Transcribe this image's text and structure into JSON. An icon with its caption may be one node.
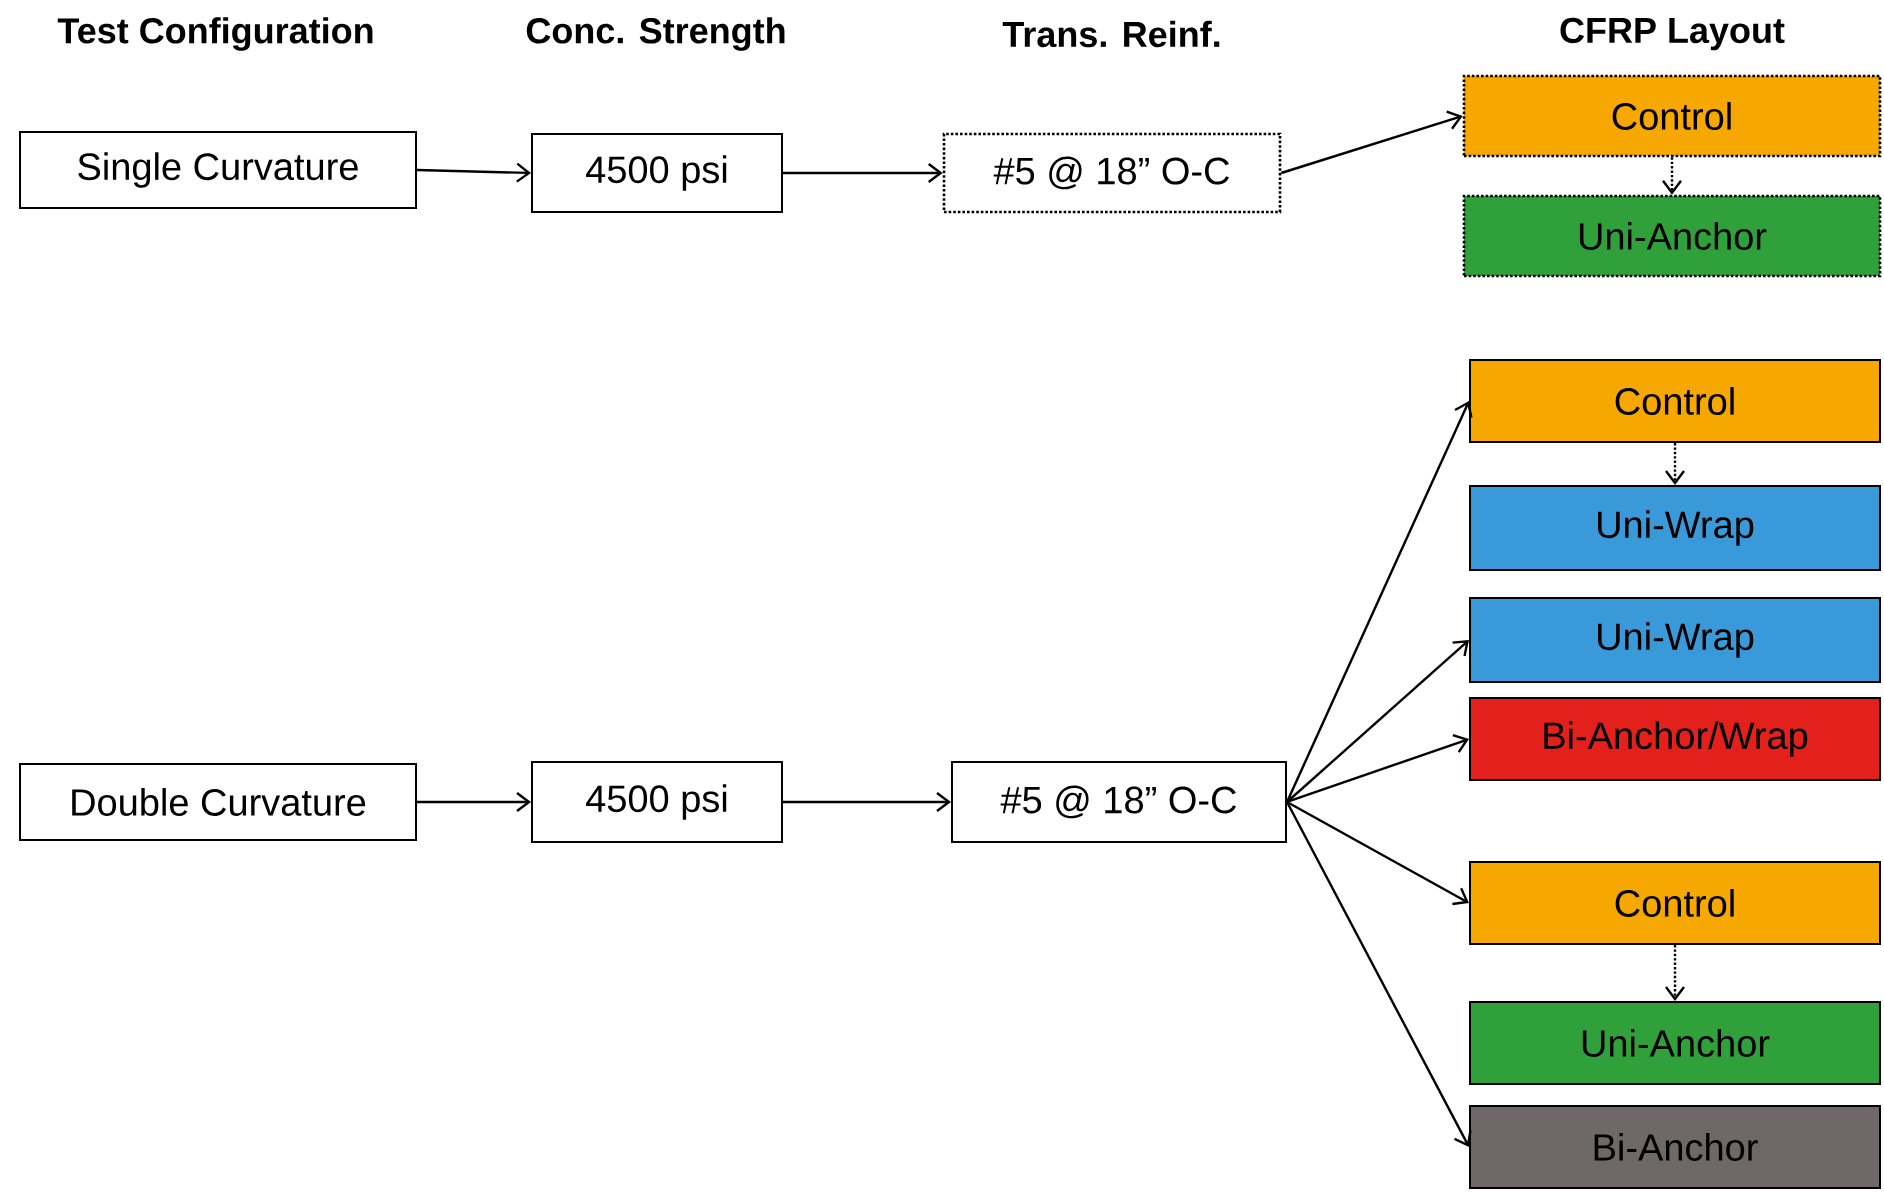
{
  "diagram": {
    "nodes": [
      {
        "text": [
          "Single Curvature"
        ]
      },
      {
        "text": [
          "4500 psi"
        ]
      },
      {
        "text": [
          "#5 @ 18” O-C"
        ]
      },
      {
        "text": [
          "Control"
        ]
      },
      {
        "text": [
          "Uni-Anchor"
        ]
      },
      {
        "text": [
          "Control"
        ]
      },
      {
        "text": [
          "Uni-Wrap"
        ]
      },
      {
        "text": [
          "Uni-Wrap"
        ]
      },
      {
        "text": [
          "Bi-Anchor/Wrap"
        ]
      },
      {
        "text": [
          "Double Curvature"
        ]
      },
      {
        "text": [
          "4500 psi"
        ]
      },
      {
        "text": [
          "#5 @ 18” O-C"
        ]
      },
      {
        "text": [
          "Control"
        ]
      },
      {
        "text": [
          "Uni-Anchor"
        ]
      },
      {
        "text": [
          "Bi-Anchor"
        ]
      }
    ],
    "edges": [
      {
        "from": 0,
        "to": 1,
        "arrow": "to"
      },
      {
        "from": 1,
        "to": 2,
        "arrow": "to"
      },
      {
        "from": 2,
        "to": 3,
        "arrow": "to"
      },
      {
        "from": 3,
        "to": 4,
        "arrow": "to",
        "style": "dashed"
      },
      {
        "from": 9,
        "to": 10,
        "arrow": "to"
      },
      {
        "from": 10,
        "to": 11,
        "arrow": "to"
      },
      {
        "from": 11,
        "to": 5,
        "arrow": "to"
      },
      {
        "from": 11,
        "to": 7,
        "arrow": "to"
      },
      {
        "from": 11,
        "to": 8,
        "arrow": "to"
      },
      {
        "from": 11,
        "to": 12,
        "arrow": "to"
      },
      {
        "from": 11,
        "to": 14,
        "arrow": "to"
      },
      {
        "from": 5,
        "to": 6,
        "arrow": "to",
        "style": "dashed"
      },
      {
        "from": 12,
        "to": 13,
        "arrow": "to",
        "style": "dashed"
      }
    ],
    "labels": [
      "Test Configuration",
      "Conc. Strength",
      "Trans. Reinf.",
      "CFRP Layout"
    ]
  }
}
